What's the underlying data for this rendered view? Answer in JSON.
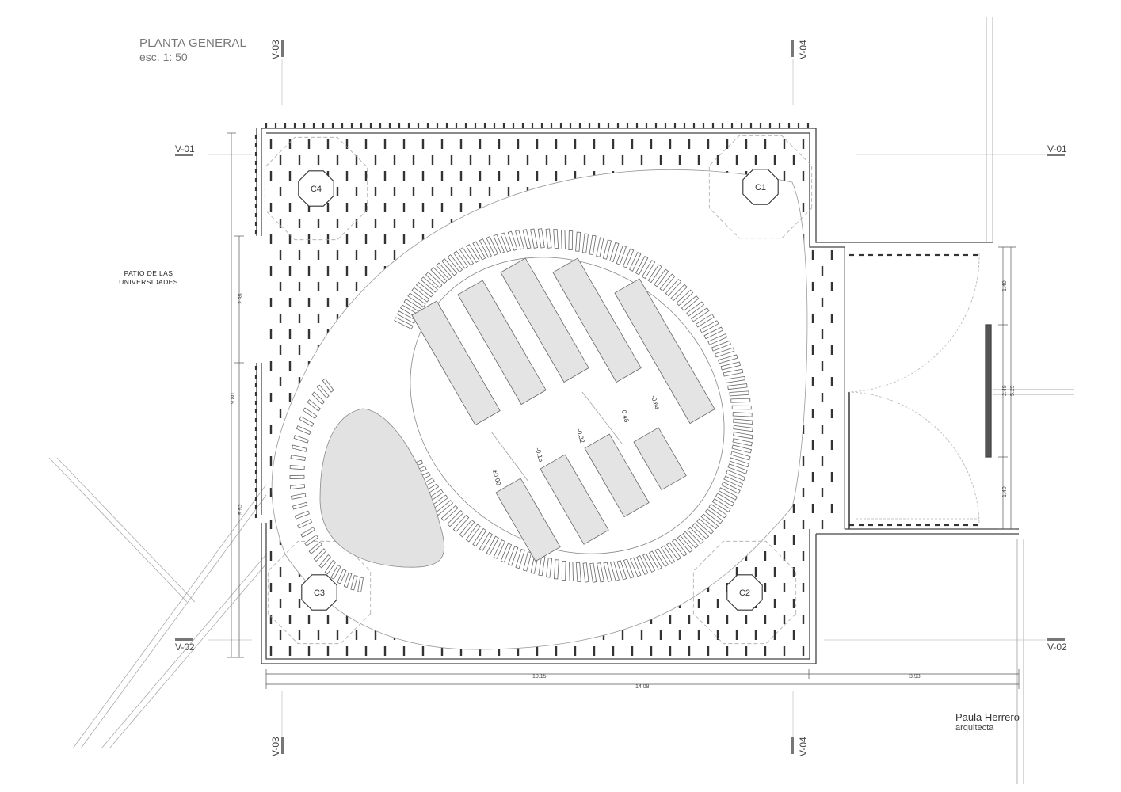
{
  "title": "PLANTA GENERAL",
  "scale": "esc. 1: 50",
  "context_label": "PATIO DE LAS UNIVERSIDADES",
  "author": {
    "name": "Paula Herrero",
    "role": "arquitecta"
  },
  "section_markers": {
    "v01": "V-01",
    "v02": "V-02",
    "v03": "V-03",
    "v04": "V-04"
  },
  "columns": [
    "C1",
    "C2",
    "C3",
    "C4"
  ],
  "levels": [
    "±0.00",
    "-0.16",
    "-0.32",
    "-0.48",
    "-0.64"
  ],
  "dimensions": {
    "horiz_a": "10.15",
    "horiz_b": "3.93",
    "horiz_total": "14.08",
    "vert_a": "2.35",
    "vert_b": "5.52",
    "vert_total": "9.80",
    "right_a": "1.40",
    "right_b": "2.49",
    "right_c": "1.40",
    "right_total": "5.29"
  },
  "colors": {
    "line": "#333333",
    "wall": "#555555",
    "bench_fill": "#e4e4e4",
    "guide": "#bbbbbb"
  }
}
